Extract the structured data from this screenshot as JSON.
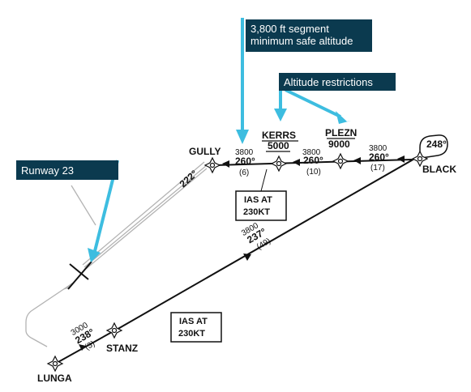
{
  "callouts": {
    "msa_line1": "3,800 ft segment",
    "msa_line2": "minimum safe altitude",
    "alt_restrictions": "Altitude restrictions",
    "runway": "Runway 23"
  },
  "fixes": {
    "gully": "GULLY",
    "kerrs": "KERRS",
    "plezn": "PLEZN",
    "black": "BLACK",
    "stanz": "STANZ",
    "lunga": "LUNGA"
  },
  "restrictions": {
    "kerrs_alt": "5000",
    "plezn_alt": "9000"
  },
  "segments": {
    "gully_kerrs": {
      "msa": "3800",
      "course": "260°",
      "dist": "(6)"
    },
    "kerrs_plezn": {
      "msa": "3800",
      "course": "260°",
      "dist": "(10)"
    },
    "plezn_black": {
      "msa": "3800",
      "course": "260°",
      "dist": "(17)"
    },
    "stanz_black": {
      "msa": "3800",
      "course": "237°",
      "dist": "(49)"
    },
    "lunga_stanz": {
      "msa": "3000",
      "course": "238°",
      "dist": "(3)"
    }
  },
  "hold_course": "248°",
  "runway_course": "222°",
  "speed_boxes": {
    "upper_line1": "IAS AT",
    "upper_line2": "230KT",
    "lower_line1": "IAS AT",
    "lower_line2": "230KT"
  },
  "colors": {
    "callout_bg": "#0b3a4f",
    "arrow": "#3dbde0",
    "route": "#111111",
    "path_grey": "#b3b3b3"
  }
}
